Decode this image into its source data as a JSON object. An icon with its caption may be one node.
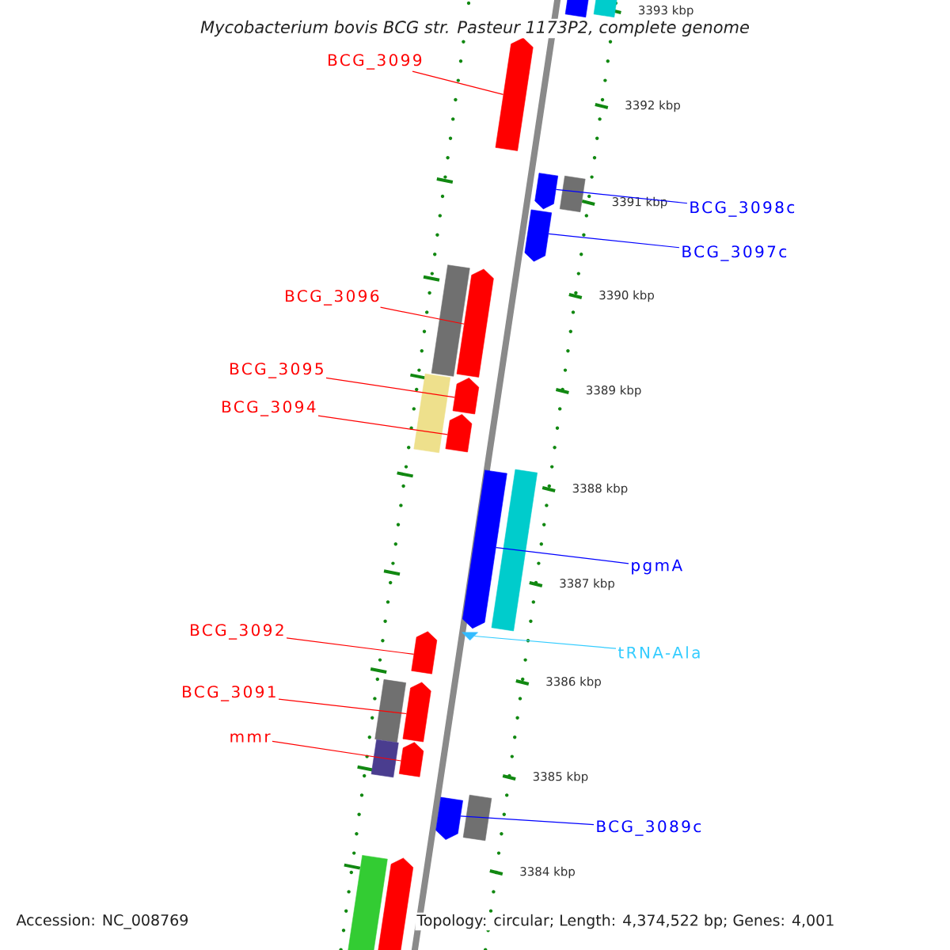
{
  "diagram": {
    "title": "Mycobacterium bovis BCG str. Pasteur 1173P2, complete genome",
    "nodes": [
      {
        "text": [
          "BCG_3099"
        ]
      },
      {
        "text": [
          "BCG_3098c"
        ]
      },
      {
        "text": [
          "BCG_3097c"
        ]
      },
      {
        "text": [
          "BCG_3096"
        ]
      },
      {
        "text": [
          "BCG_3095"
        ]
      },
      {
        "text": [
          "BCG_3094"
        ]
      },
      {
        "text": [
          "pgmA"
        ]
      },
      {
        "text": [
          "BCG_3092"
        ]
      },
      {
        "text": [
          "tRNA-Ala"
        ]
      },
      {
        "text": [
          "BCG_3091"
        ]
      },
      {
        "text": [
          "mmr"
        ]
      },
      {
        "text": [
          "BCG_3089c"
        ]
      },
      {
        "text": [],
        "shape": "bar"
      },
      {
        "text": [],
        "shape": "bar"
      },
      {
        "text": [],
        "shape": "pentagon"
      },
      {
        "text": [],
        "shape": "pentagon"
      },
      {
        "text": [],
        "shape": "bar"
      },
      {
        "text": [],
        "shape": "pentagon"
      },
      {
        "text": [],
        "shape": "bar"
      },
      {
        "text": [],
        "shape": "pentagon"
      },
      {
        "text": [],
        "shape": "bar"
      },
      {
        "text": [],
        "shape": "pentagon"
      },
      {
        "text": [],
        "shape": "pentagon"
      },
      {
        "text": [],
        "shape": "pentagon"
      },
      {
        "text": [],
        "shape": "bar"
      },
      {
        "text": [],
        "shape": "triangle"
      },
      {
        "text": [],
        "shape": "pentagon"
      },
      {
        "text": [],
        "shape": "bar"
      },
      {
        "text": [],
        "shape": "pentagon"
      },
      {
        "text": [],
        "shape": "bar"
      },
      {
        "text": [],
        "shape": "pentagon"
      },
      {
        "text": [],
        "shape": "pentagon"
      },
      {
        "text": [],
        "shape": "bar"
      },
      {
        "text": [],
        "shape": "bar"
      },
      {
        "text": [],
        "shape": "pentagon"
      }
    ],
    "edges": [
      {
        "from": 0,
        "to": 14,
        "arrow": "none"
      },
      {
        "from": 1,
        "to": 15,
        "arrow": "none",
        "color": "#0000ff"
      },
      {
        "from": 2,
        "to": 17,
        "arrow": "none",
        "color": "#0000ff"
      },
      {
        "from": 3,
        "to": 19,
        "arrow": "none"
      },
      {
        "from": 4,
        "to": 21,
        "arrow": "none"
      },
      {
        "from": 5,
        "to": 22,
        "arrow": "none"
      },
      {
        "from": 6,
        "to": 23,
        "arrow": "none",
        "color": "#0000ff"
      },
      {
        "from": 7,
        "to": 26,
        "arrow": "none"
      },
      {
        "from": 8,
        "to": 25,
        "arrow": "none",
        "color": "#33ccff"
      },
      {
        "from": 9,
        "to": 28,
        "arrow": "none"
      },
      {
        "from": 10,
        "to": 30,
        "arrow": "none"
      },
      {
        "from": 11,
        "to": 31,
        "arrow": "none",
        "color": "#0000ff"
      }
    ],
    "labels": [
      "3393 kbp",
      "3392 kbp",
      "3391 kbp",
      "3390 kbp",
      "3389 kbp",
      "3388 kbp",
      "3387 kbp",
      "3386 kbp",
      "3385 kbp",
      "3384 kbp",
      "Accession: NC_008769",
      "Topology: circular; Length: 4,374,522 bp; Genes: 4,001"
    ]
  }
}
